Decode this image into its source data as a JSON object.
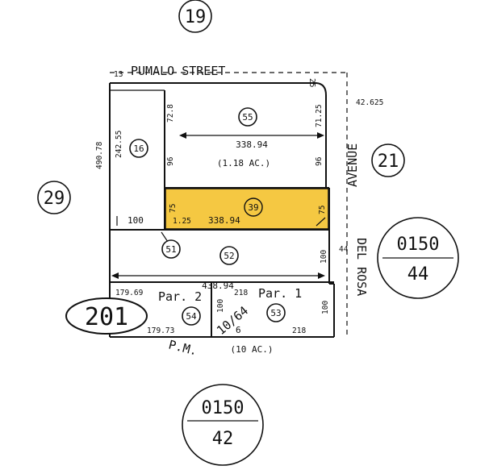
{
  "map": {
    "highlight_color": "#f5c842",
    "adjacent_books": {
      "top": "19",
      "right": "21",
      "left": "29"
    },
    "streets": {
      "north": "PUMALO STREET",
      "east_upper": "AVENUE",
      "east_lower": "DEL ROSA",
      "south_parcel_map": "P.M."
    },
    "page_refs": {
      "east": {
        "top": "0150",
        "bottom": "44"
      },
      "south": {
        "top": "0150",
        "bottom": "42"
      }
    },
    "block_label": "201",
    "parcels": [
      {
        "number": "55",
        "area": "(1.18 AC.)"
      },
      {
        "number": "39",
        "highlighted": true
      },
      {
        "number": "16"
      },
      {
        "number": "51"
      },
      {
        "number": "52"
      },
      {
        "number": "54",
        "par": "Par. 2"
      },
      {
        "number": "53",
        "par": "Par. 1"
      }
    ],
    "parcel_map": {
      "ref": "10/64",
      "sheet": "6",
      "area": "(10 AC.)"
    },
    "dimensions": {
      "top_right_small": "25",
      "right_offset": "42.625",
      "d_72_8": "72.8",
      "d_71_25": "71.25",
      "d_338_94_upper": "338.94",
      "d_96_left": "96",
      "d_96_right": "96",
      "d_490_78": "490.78",
      "d_242_55": "242.55",
      "d_75_left": "75",
      "d_1_25": "1.25",
      "d_338_94_lower": "338.94",
      "d_75_right": "75",
      "d_100_mid": "100",
      "d_44": "44",
      "d_100_right": "100",
      "d_438_94": "438.94",
      "d_179_69": "179.69",
      "d_218_top": "218",
      "d_100_par2": "100",
      "d_100_par1": "100",
      "d_179_73": "179.73",
      "d_218_bottom": "218",
      "d_13": "13"
    }
  }
}
